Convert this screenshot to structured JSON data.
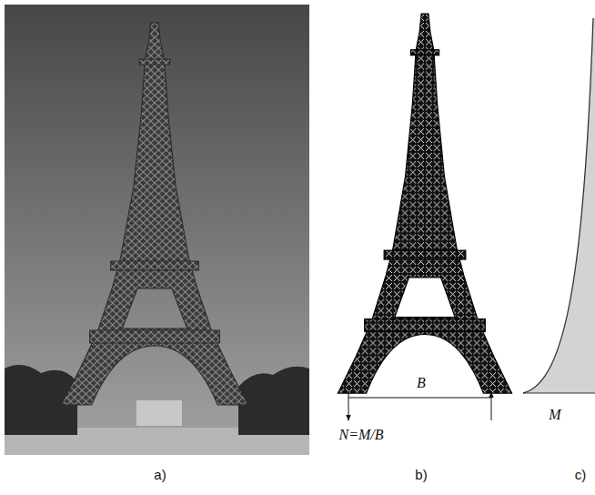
{
  "diagram": {
    "labels": [
      "B",
      "N=M/B",
      "M",
      "a)",
      "b)",
      "c)"
    ]
  }
}
